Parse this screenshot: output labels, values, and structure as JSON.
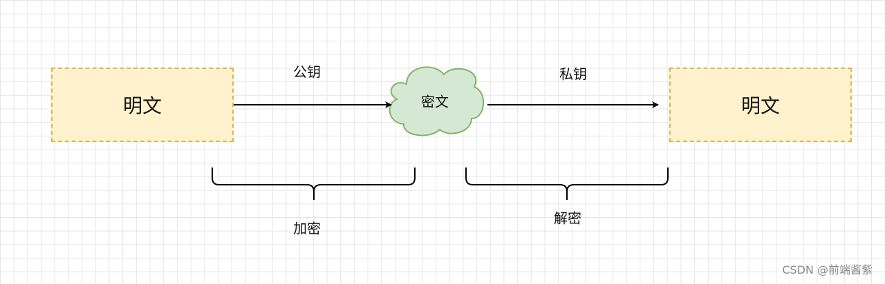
{
  "plaintext_left": "明文",
  "plaintext_right": "明文",
  "ciphertext": "密文",
  "public_key": "公钥",
  "private_key": "私钥",
  "encrypt": "加密",
  "decrypt": "解密",
  "watermark": "CSDN @前端酱紫",
  "colors": {
    "box_fill": "#fff2cc",
    "box_border": "#d6b656",
    "cloud_fill": "#d5e8d4",
    "cloud_border": "#82b366"
  }
}
